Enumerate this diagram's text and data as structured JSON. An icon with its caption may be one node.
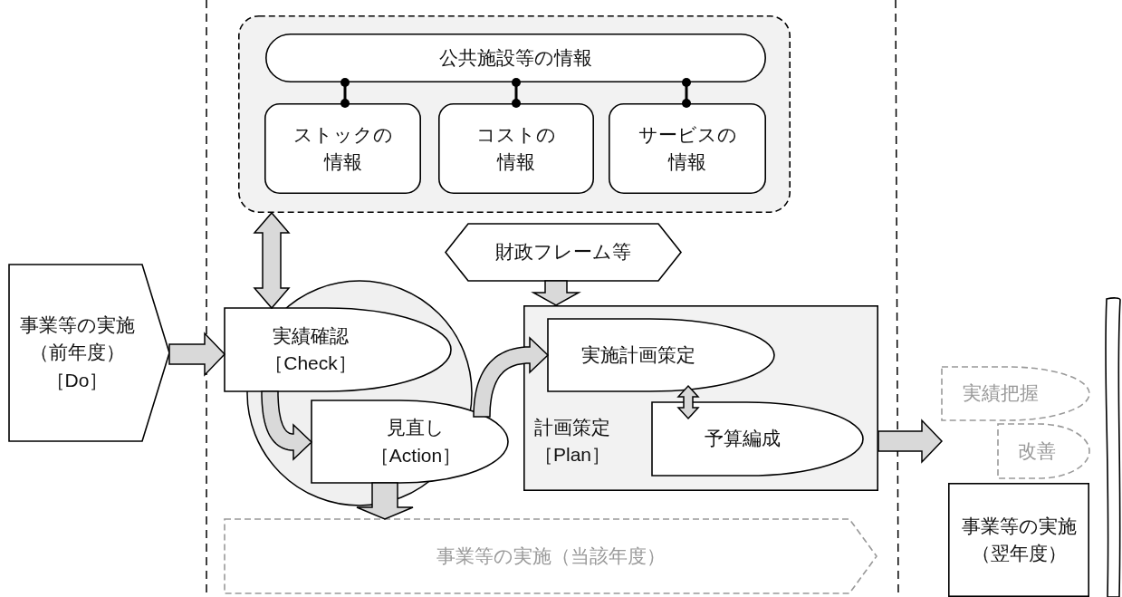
{
  "diagram": {
    "nodes": [
      {
        "text": [],
        "shape": "box"
      },
      {
        "text": [
          "公共施設等の情報"
        ],
        "in": 0
      },
      {
        "text": [
          "ストックの情報"
        ],
        "in": 0
      },
      {
        "text": [
          "コストの情報"
        ],
        "in": 0
      },
      {
        "text": [
          "サービスの情報"
        ],
        "in": 0
      },
      {
        "text": [
          "財政フレーム等"
        ]
      },
      {
        "text": [
          "事業等の実施（前年度）［Do］"
        ]
      },
      {
        "text": [
          "実績確認［Check］"
        ]
      },
      {
        "text": [
          "見直し［Action］"
        ]
      },
      {
        "text": [
          "計画策定［Plan］"
        ]
      },
      {
        "text": [
          "実施計画策定"
        ],
        "in": 9
      },
      {
        "text": [
          "予算編成"
        ],
        "in": 9
      },
      {
        "text": [
          "事業等の実施（当該年度）"
        ]
      },
      {
        "text": [
          "実績把握"
        ]
      },
      {
        "text": [
          "改善"
        ]
      },
      {
        "text": [
          "事業等の実施（翌年度）"
        ]
      },
      {
        "text": [],
        "shape": "bracket"
      }
    ],
    "edges": [
      {
        "from": 1,
        "to": 2,
        "arrow": "other"
      },
      {
        "from": 1,
        "to": 3,
        "arrow": "other"
      },
      {
        "from": 1,
        "to": 4,
        "arrow": "other"
      },
      {
        "from": 0,
        "to": 7,
        "arrow": "both"
      },
      {
        "from": 6,
        "to": 7,
        "arrow": "to"
      },
      {
        "from": 5,
        "to": 9,
        "arrow": "to"
      },
      {
        "from": 7,
        "to": 8,
        "arrow": "to"
      },
      {
        "from": 8,
        "to": 10,
        "arrow": "to"
      },
      {
        "from": 10,
        "to": 11,
        "arrow": "both"
      },
      {
        "from": 8,
        "to": 12,
        "arrow": "to"
      },
      {
        "from": 9,
        "to": null,
        "arrow": "to"
      }
    ]
  }
}
